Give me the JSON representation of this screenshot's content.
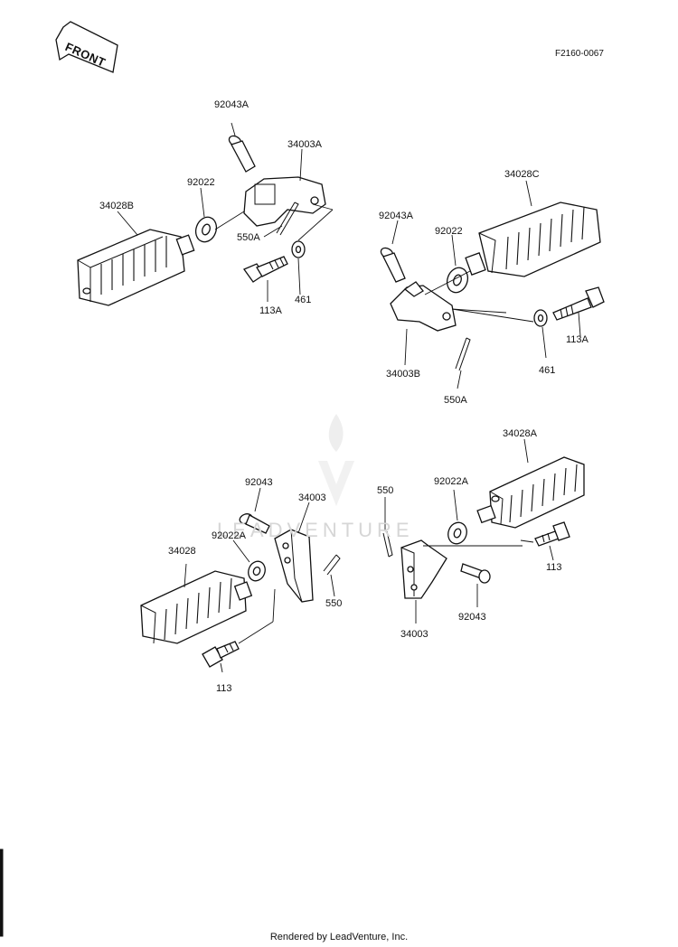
{
  "diagram": {
    "drawing_code": "F2160-0067",
    "front_label": "FRONT",
    "footer": "Rendered by LeadVenture, Inc.",
    "watermark": "LEADVENTURE",
    "assemblies": [
      {
        "name": "upper-left",
        "labels": {
          "pin": "92043A",
          "holder": "34003A",
          "washer": "92022",
          "footpeg": "34028B",
          "cotter_pin": "550A",
          "bolt": "113A",
          "washer_461": "461"
        }
      },
      {
        "name": "upper-right",
        "labels": {
          "footpeg": "34028C",
          "pin": "92043A",
          "washer": "92022",
          "holder": "34003B",
          "cotter_pin": "550A",
          "bolt": "113A",
          "washer_461": "461"
        }
      },
      {
        "name": "lower-left",
        "labels": {
          "pin": "92043",
          "holder": "34003",
          "washer": "92022A",
          "footpeg": "34028",
          "cotter_pin": "550",
          "bolt": "113"
        }
      },
      {
        "name": "lower-right",
        "labels": {
          "cotter_pin": "550",
          "washer": "92022A",
          "footpeg": "34028A",
          "bolt": "113",
          "holder": "34003",
          "pin": "92043"
        }
      }
    ]
  }
}
